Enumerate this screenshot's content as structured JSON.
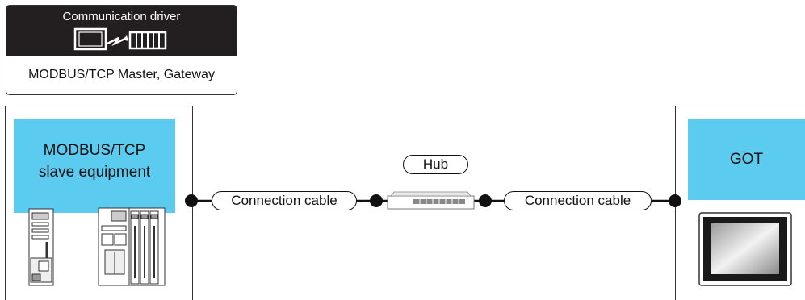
{
  "driver": {
    "title": "Communication driver",
    "description": "MODBUS/TCP Master, Gateway",
    "icon": "communication-driver-icon"
  },
  "slave": {
    "line1": "MODBUS/TCP",
    "line2": "slave equipment"
  },
  "got": {
    "label": "GOT"
  },
  "hub": {
    "label": "Hub"
  },
  "cables": {
    "left": "Connection cable",
    "right": "Connection cable"
  },
  "colors": {
    "device_box": "#5ccbf0",
    "badge_header": "#231f20",
    "line": "#111111"
  }
}
